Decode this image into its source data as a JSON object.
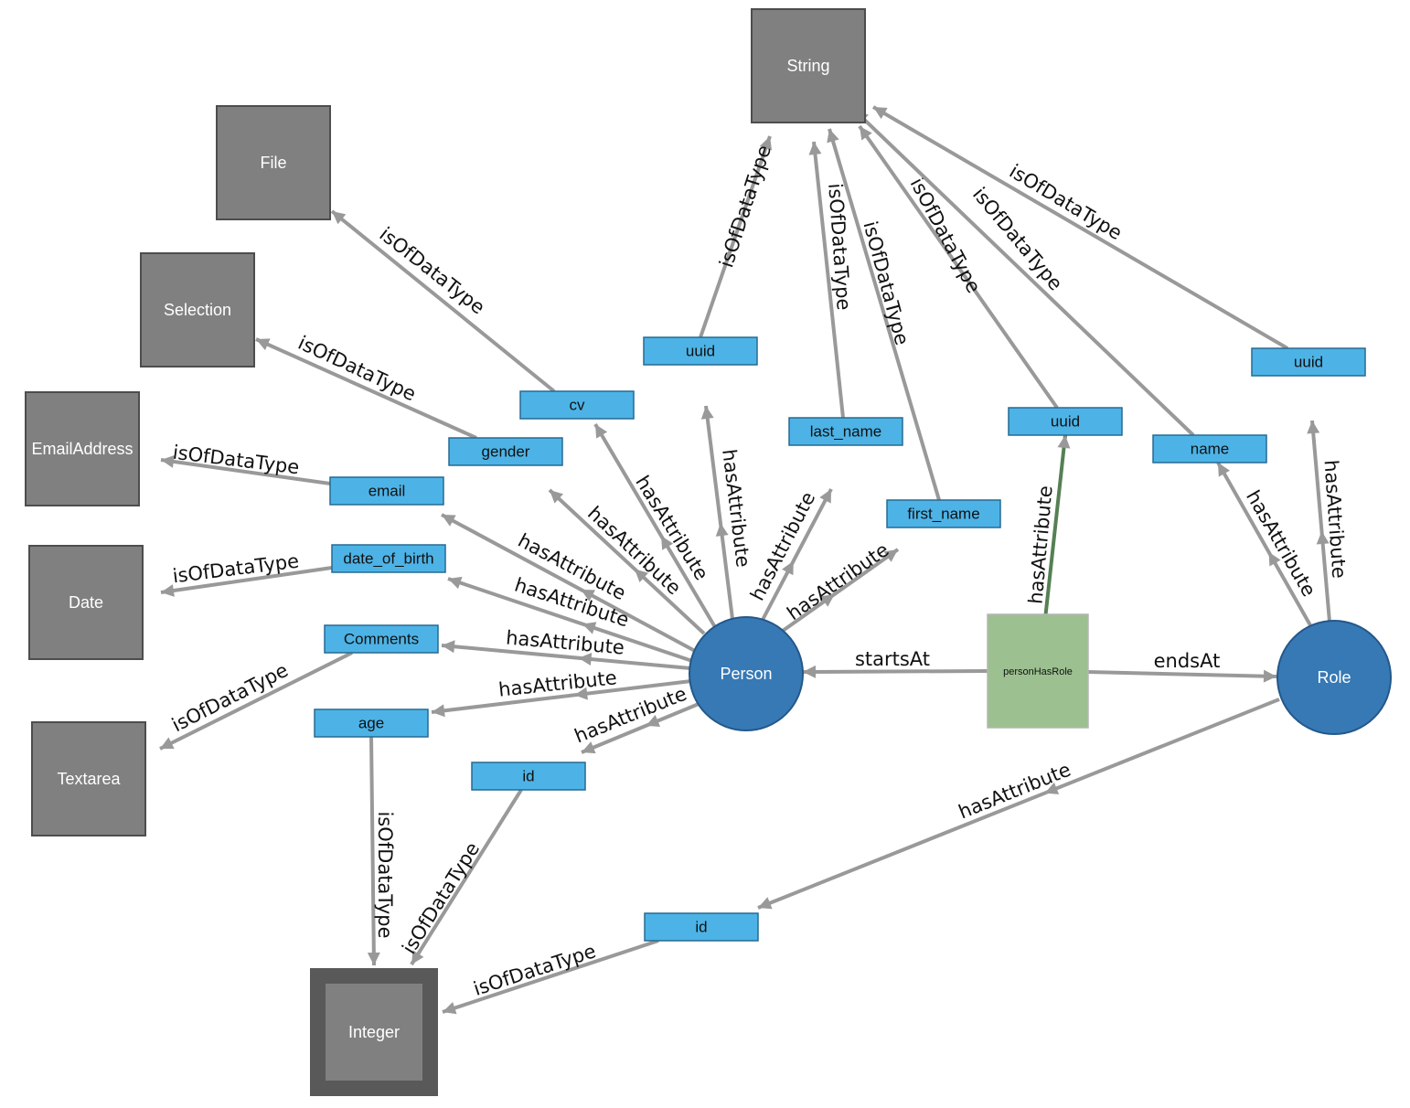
{
  "diagram": {
    "nodes": [
      {
        "id": "String",
        "label": "String",
        "kind": "datatype"
      },
      {
        "id": "File",
        "label": "File",
        "kind": "datatype"
      },
      {
        "id": "Selection",
        "label": "Selection",
        "kind": "datatype"
      },
      {
        "id": "EmailAddress",
        "label": "EmailAddress",
        "kind": "datatype"
      },
      {
        "id": "Date",
        "label": "Date",
        "kind": "datatype"
      },
      {
        "id": "Textarea",
        "label": "Textarea",
        "kind": "datatype"
      },
      {
        "id": "Integer",
        "label": "Integer",
        "kind": "datatype",
        "highlighted": true
      },
      {
        "id": "person_uuid",
        "label": "uuid",
        "kind": "attribute"
      },
      {
        "id": "person_last_name",
        "label": "last_name",
        "kind": "attribute"
      },
      {
        "id": "person_first_name",
        "label": "first_name",
        "kind": "attribute"
      },
      {
        "id": "person_cv",
        "label": "cv",
        "kind": "attribute"
      },
      {
        "id": "person_gender",
        "label": "gender",
        "kind": "attribute"
      },
      {
        "id": "person_email",
        "label": "email",
        "kind": "attribute"
      },
      {
        "id": "person_date_of_birth",
        "label": "date_of_birth",
        "kind": "attribute"
      },
      {
        "id": "person_comments",
        "label": "Comments",
        "kind": "attribute"
      },
      {
        "id": "person_age",
        "label": "age",
        "kind": "attribute"
      },
      {
        "id": "person_id",
        "label": "id",
        "kind": "attribute"
      },
      {
        "id": "rel_uuid",
        "label": "uuid",
        "kind": "attribute"
      },
      {
        "id": "role_name",
        "label": "name",
        "kind": "attribute"
      },
      {
        "id": "role_uuid",
        "label": "uuid",
        "kind": "attribute"
      },
      {
        "id": "role_id",
        "label": "id",
        "kind": "attribute"
      },
      {
        "id": "Person",
        "label": "Person",
        "kind": "class"
      },
      {
        "id": "Role",
        "label": "Role",
        "kind": "class"
      },
      {
        "id": "personHasRole",
        "label": "personHasRole",
        "kind": "relation"
      }
    ],
    "edges": [
      {
        "from": "person_uuid",
        "to": "String",
        "label": "isOfDataType"
      },
      {
        "from": "person_last_name",
        "to": "String",
        "label": "isOfDataType"
      },
      {
        "from": "person_first_name",
        "to": "String",
        "label": "isOfDataType"
      },
      {
        "from": "rel_uuid",
        "to": "String",
        "label": "isOfDataType"
      },
      {
        "from": "role_name",
        "to": "String",
        "label": "isOfDataType"
      },
      {
        "from": "role_uuid",
        "to": "String",
        "label": "isOfDataType"
      },
      {
        "from": "person_cv",
        "to": "File",
        "label": "isOfDataType"
      },
      {
        "from": "person_gender",
        "to": "Selection",
        "label": "isOfDataType"
      },
      {
        "from": "person_email",
        "to": "EmailAddress",
        "label": "isOfDataType"
      },
      {
        "from": "person_date_of_birth",
        "to": "Date",
        "label": "isOfDataType"
      },
      {
        "from": "person_comments",
        "to": "Textarea",
        "label": "isOfDataType"
      },
      {
        "from": "person_age",
        "to": "Integer",
        "label": "isOfDataType"
      },
      {
        "from": "person_id",
        "to": "Integer",
        "label": "isOfDataType"
      },
      {
        "from": "role_id",
        "to": "Integer",
        "label": "isOfDataType"
      },
      {
        "from": "Person",
        "to": "person_uuid",
        "label": "hasAttribute"
      },
      {
        "from": "Person",
        "to": "person_last_name",
        "label": "hasAttribute"
      },
      {
        "from": "Person",
        "to": "person_first_name",
        "label": "hasAttribute"
      },
      {
        "from": "Person",
        "to": "person_cv",
        "label": "hasAttribute"
      },
      {
        "from": "Person",
        "to": "person_gender",
        "label": "hasAttribute"
      },
      {
        "from": "Person",
        "to": "person_email",
        "label": "hasAttribute"
      },
      {
        "from": "Person",
        "to": "person_date_of_birth",
        "label": "hasAttribute"
      },
      {
        "from": "Person",
        "to": "person_comments",
        "label": "hasAttribute"
      },
      {
        "from": "Person",
        "to": "person_age",
        "label": "hasAttribute"
      },
      {
        "from": "Person",
        "to": "person_id",
        "label": "hasAttribute"
      },
      {
        "from": "personHasRole",
        "to": "rel_uuid",
        "label": "hasAttribute"
      },
      {
        "from": "Role",
        "to": "role_name",
        "label": "hasAttribute"
      },
      {
        "from": "Role",
        "to": "role_uuid",
        "label": "hasAttribute"
      },
      {
        "from": "Role",
        "to": "role_id",
        "label": "hasAttribute"
      },
      {
        "from": "personHasRole",
        "to": "Person",
        "label": "startsAt"
      },
      {
        "from": "personHasRole",
        "to": "Role",
        "label": "endsAt"
      }
    ]
  }
}
